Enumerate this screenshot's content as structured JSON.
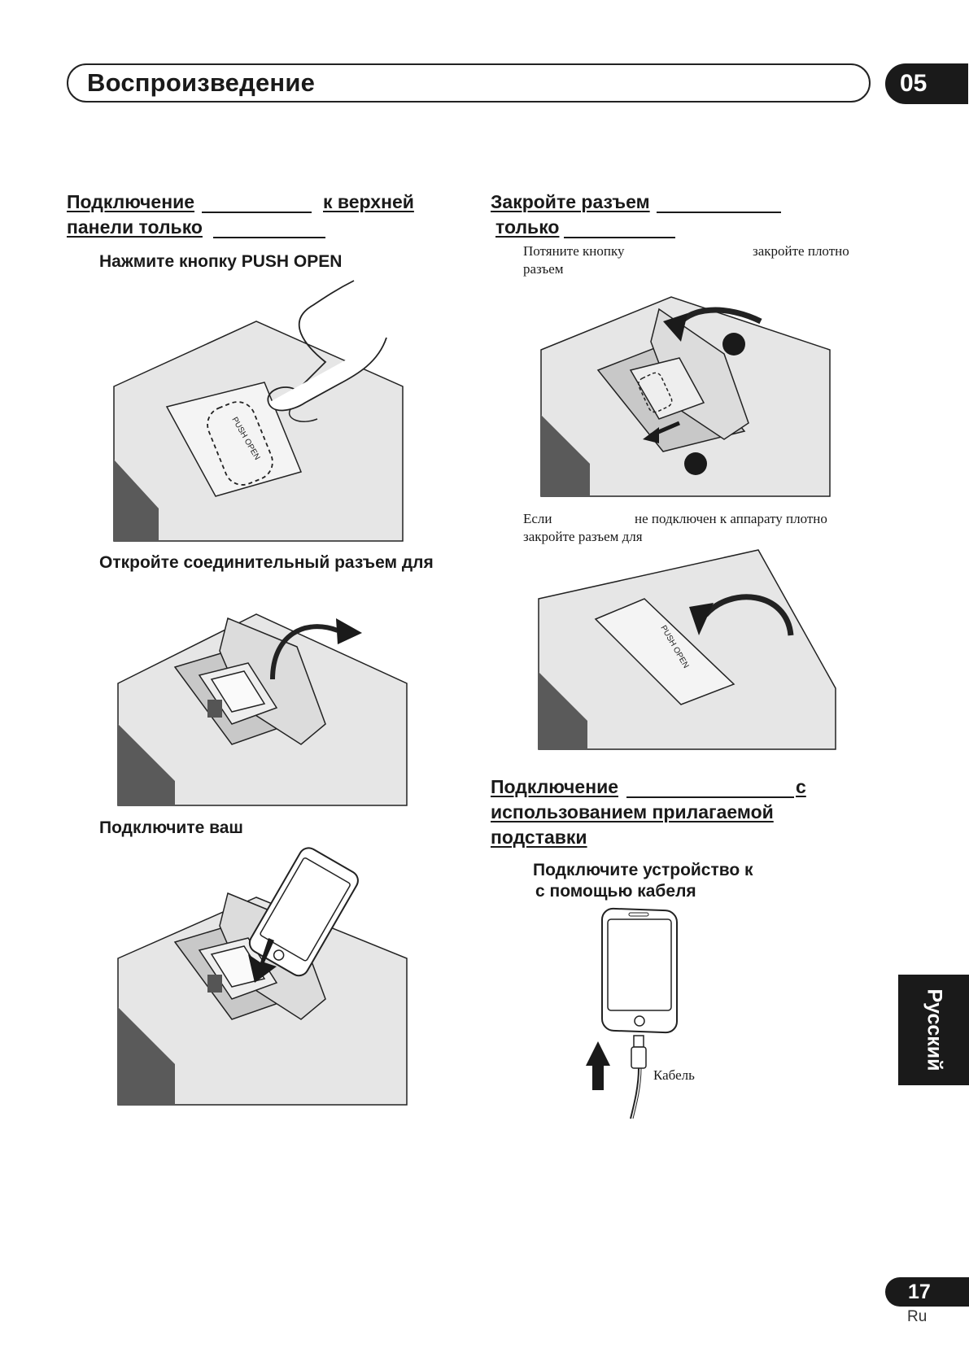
{
  "header": {
    "title": "Воспроизведение",
    "chapter": "05"
  },
  "left": {
    "section_title": {
      "part1": "Подключение",
      "part2": "к верхней",
      "part3": "панели  только"
    },
    "step1": "Нажмите кнопку PUSH OPEN",
    "step2": "Откройте соединительный разъем для",
    "step3": "Подключите ваш"
  },
  "right": {
    "section_title": {
      "part1": "Закройте разъем",
      "part2": "только"
    },
    "note1": {
      "part1": "Потяните кнопку",
      "part2": "закройте плотно",
      "part3": "разъем"
    },
    "note2": {
      "part1": "Если",
      "part2": "не подключен к аппарату  плотно",
      "part3": "закройте разъем для"
    },
    "section2_title": {
      "part1": "Подключение",
      "part2": "с",
      "part3": "использованием прилагаемой",
      "part4": "подставки"
    },
    "step1": {
      "line1": "Подключите устройство к",
      "line2": "с помощью кабеля"
    },
    "cable_label": "Кабель"
  },
  "figure_labels": {
    "push_open": "PUSH OPEN"
  },
  "side_tab": "Русский",
  "footer": {
    "page_number": "17",
    "page_lang": "Ru"
  }
}
